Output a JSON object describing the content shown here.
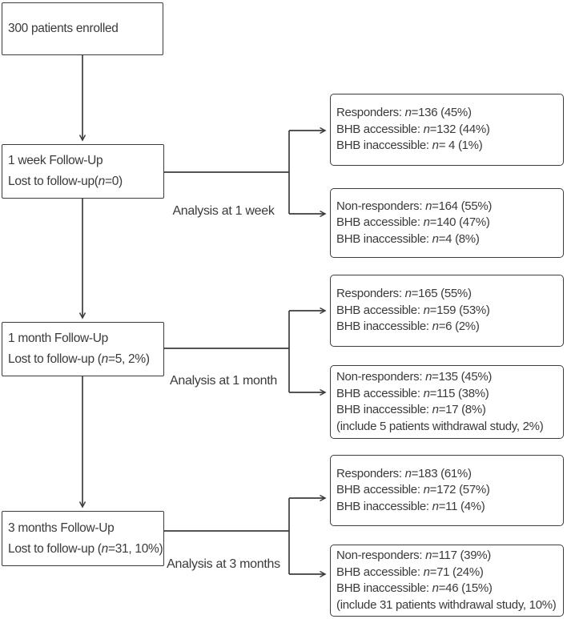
{
  "diagram": {
    "title_hint": "Patient follow-up flowchart",
    "colors": {
      "line": "#3c3c3c",
      "text": "#3a3a3a",
      "background": "#ffffff"
    },
    "enrolled": "300 patients enrolled",
    "stages": [
      {
        "followup_title": "1 week Follow-Up",
        "lost_pre": "Lost to follow-up(",
        "lost_n": "n",
        "lost_post": "=0)",
        "analysis_label": "Analysis at 1 week",
        "responders": [
          {
            "pre": "Responders: ",
            "n": "n",
            "post": "=136 (45%)"
          },
          {
            "pre": "BHB accessible: ",
            "n": "n",
            "post": "=132 (44%)"
          },
          {
            "pre": "BHB inaccessible: ",
            "n": "n",
            "post": "= 4 (1%)"
          }
        ],
        "nonresponders": [
          {
            "pre": "Non-responders: ",
            "n": "n",
            "post": "=164 (55%)"
          },
          {
            "pre": "BHB accessible: ",
            "n": "n",
            "post": "=140 (47%)"
          },
          {
            "pre": "BHB inaccessible: ",
            "n": "n",
            "post": "=4 (8%)"
          }
        ]
      },
      {
        "followup_title": "1 month Follow-Up",
        "lost_pre": "Lost to follow-up (",
        "lost_n": "n",
        "lost_post": "=5, 2%)",
        "analysis_label": "Analysis at 1 month",
        "responders": [
          {
            "pre": "Responders: ",
            "n": "n",
            "post": "=165 (55%)"
          },
          {
            "pre": "BHB accessible: ",
            "n": "n",
            "post": "=159 (53%)"
          },
          {
            "pre": "BHB inaccessible: ",
            "n": "n",
            "post": "=6 (2%)"
          }
        ],
        "nonresponders": [
          {
            "pre": "Non-responders: ",
            "n": "n",
            "post": "=135 (45%)"
          },
          {
            "pre": "BHB accessible: ",
            "n": "n",
            "post": "=115 (38%)"
          },
          {
            "pre": "BHB inaccessible: ",
            "n": "n",
            "post": "=17 (8%)"
          },
          {
            "pre": "(include 5 patients withdrawal study, 2%)"
          }
        ]
      },
      {
        "followup_title": "3 months Follow-Up",
        "lost_pre": "Lost to follow-up (",
        "lost_n": "n",
        "lost_post": "=31, 10%)",
        "analysis_label": "Analysis at 3 months",
        "responders": [
          {
            "pre": "Responders: ",
            "n": "n",
            "post": "=183 (61%)"
          },
          {
            "pre": "BHB accessible: ",
            "n": "n",
            "post": "=172 (57%)"
          },
          {
            "pre": "BHB inaccessible: ",
            "n": "n",
            "post": "=11 (4%)"
          }
        ],
        "nonresponders": [
          {
            "pre": "Non-responders: ",
            "n": "n",
            "post": "=117 (39%)"
          },
          {
            "pre": "BHB accessible: ",
            "n": "n",
            "post": "=71 (24%)"
          },
          {
            "pre": "BHB inaccessible: ",
            "n": "n",
            "post": "=46 (15%)"
          },
          {
            "pre": "(include 31 patients withdrawal study, 10%)"
          }
        ]
      }
    ]
  }
}
